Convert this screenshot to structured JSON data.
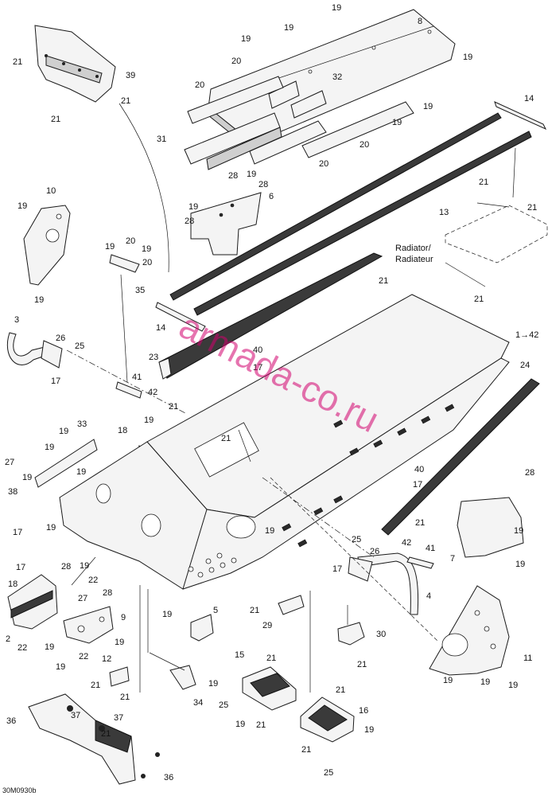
{
  "figure": {
    "reference_code": "30M0930b",
    "watermark_text": "armada-co.ru",
    "watermark_color": "#d2006e",
    "radiator_label_line1": "Radiator/",
    "radiator_label_line2": "Radiateur",
    "assembly_ref": "1→42"
  },
  "callouts": [
    "19",
    "8",
    "19",
    "19",
    "20",
    "19",
    "20",
    "32",
    "19",
    "14",
    "31",
    "19",
    "20",
    "20",
    "28",
    "19",
    "28",
    "6",
    "19",
    "28",
    "13",
    "21",
    "21",
    "21",
    "39",
    "21",
    "21",
    "10",
    "19",
    "19",
    "19",
    "20",
    "19",
    "20",
    "35",
    "21",
    "21",
    "3",
    "26",
    "25",
    "17",
    "14",
    "40",
    "17",
    "23",
    "41",
    "42",
    "24",
    "21",
    "19",
    "19",
    "18",
    "21",
    "33",
    "19",
    "27",
    "19",
    "19",
    "38",
    "17",
    "19",
    "28",
    "22",
    "28",
    "19",
    "17",
    "19",
    "28",
    "19",
    "40",
    "17",
    "25",
    "26",
    "42",
    "41",
    "17",
    "4",
    "21",
    "19",
    "5",
    "21",
    "29",
    "30",
    "21",
    "11",
    "19",
    "19",
    "19",
    "18",
    "27",
    "2",
    "22",
    "19",
    "9",
    "19",
    "22",
    "19",
    "12",
    "21",
    "21",
    "19",
    "15",
    "21",
    "34",
    "25",
    "19",
    "21",
    "21",
    "16",
    "37",
    "36",
    "37",
    "21",
    "36",
    "21",
    "25",
    "7",
    "19",
    "19"
  ]
}
